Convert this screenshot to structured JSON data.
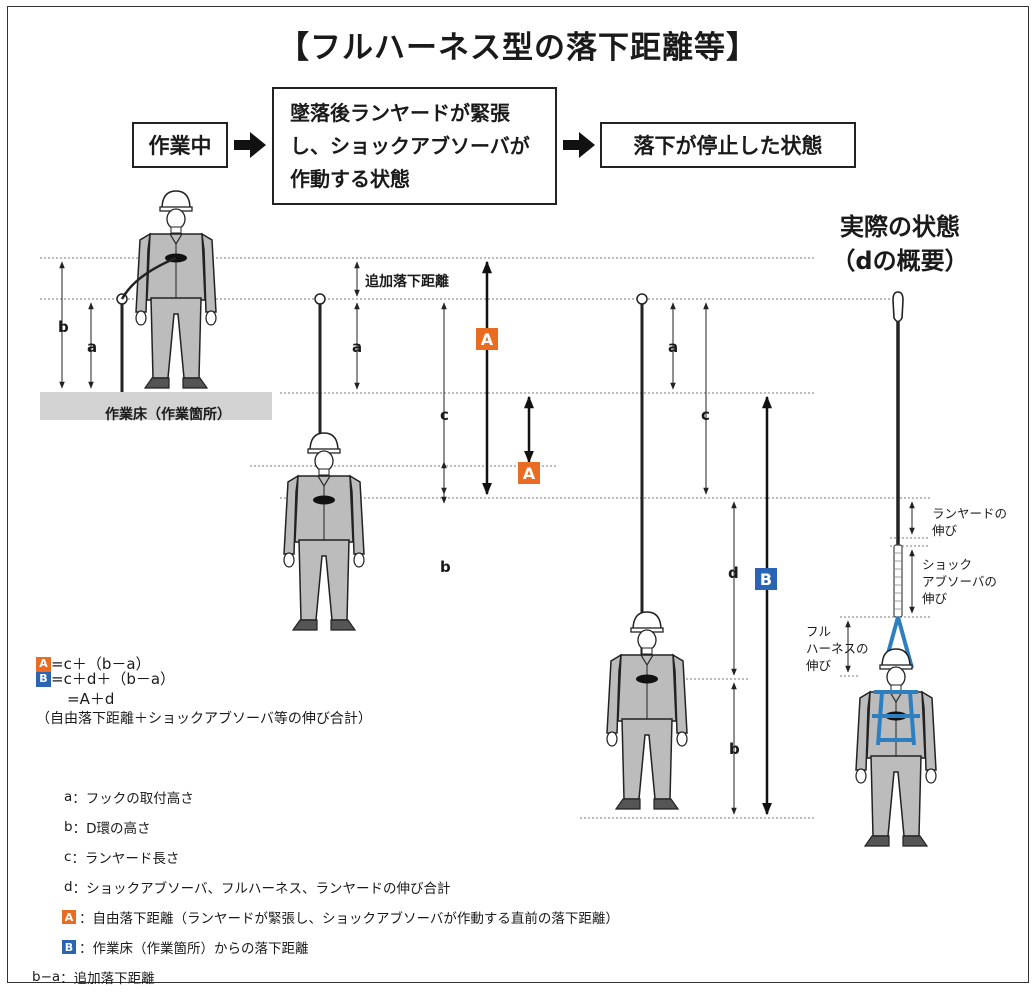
{
  "title": "【フルハーネス型の落下距離等】",
  "flow": {
    "stage1": "作業中",
    "stage2_lines": [
      "墜落後ランヤードが緊張",
      "し、ショックアブソーバが",
      "作動する状態"
    ],
    "stage3": "落下が停止した状態"
  },
  "actual_heading": [
    "実際の状態",
    "（dの概要）"
  ],
  "labels": {
    "extra_fall": "追加落下距離",
    "work_floor": "作業床（作業箇所）",
    "a": "a",
    "b": "b",
    "c": "c",
    "d": "d",
    "badge_a": "A",
    "badge_b": "B",
    "lanyard_stretch": [
      "ランヤードの",
      "伸び"
    ],
    "shock_stretch": [
      "ショック",
      "アブソーバの",
      "伸び"
    ],
    "harness_stretch": [
      "フル",
      "ハーネスの",
      "伸び"
    ]
  },
  "formulas": {
    "a_eq": "=c＋（b－a）",
    "b_eq1": "=c＋d＋（b－a）",
    "b_eq2": "　=A＋d",
    "note": "（自由落下距離＋ショックアブソーバ等の伸び合計）"
  },
  "legend": [
    {
      "key": "a",
      "text": "：フックの取付高さ"
    },
    {
      "key": "b",
      "text": "：D環の高さ"
    },
    {
      "key": "c",
      "text": "：ランヤード長さ"
    },
    {
      "key": "d",
      "text": "：ショックアブソーバ、フルハーネス、ランヤードの伸び合計"
    },
    {
      "key": "A",
      "text": "：自由落下距離（ランヤードが緊張し、ショックアブソーバが作動する直前の落下距離）"
    },
    {
      "key": "B",
      "text": "：作業床（作業箇所）からの落下距離"
    },
    {
      "key": "b−a",
      "text": "：追加落下距離"
    }
  ],
  "colors": {
    "badge_a": "#ea6b22",
    "badge_b": "#2a64b3",
    "figure": "#bcbcbc",
    "floor": "#d2d2d2",
    "harness": "#2e7fc0"
  }
}
